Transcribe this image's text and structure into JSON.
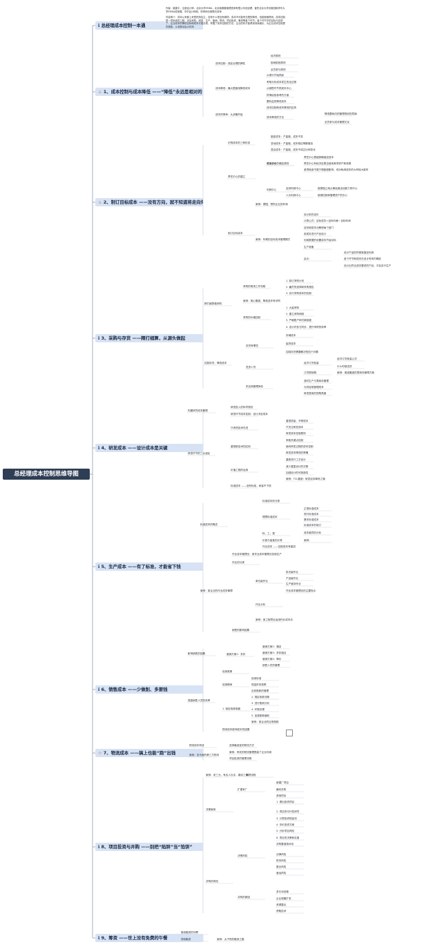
{
  "root": "总经理成本控制思维导图",
  "sections": [
    {
      "icon": "info-icon",
      "label": "总经理成本控制一本通"
    },
    {
      "icon": "flame-icon",
      "label": "1、成本控制与成本降低 ——“降低”永远是相对的"
    },
    {
      "icon": "flame-icon",
      "label": "2、制订目标成本 ——没有方向，就不知道将走向何方"
    },
    {
      "icon": "info-icon",
      "label": "3、采购与存货 ——精打细算，从源头做起"
    },
    {
      "icon": "info-icon",
      "label": "4、研发成本 ——设计成本是关键"
    },
    {
      "icon": "info-icon",
      "label": "5、生产成本 ——有了标准，才能省下钱"
    },
    {
      "icon": "info-icon",
      "label": "6、销售成本 ——少做削、多要钱"
    },
    {
      "icon": "star-icon",
      "label": "7、物流成本 ——搞上也能“跑”出钱"
    },
    {
      "icon": "info-icon",
      "label": "8、项目投资与并购 ——别把“陷阱”当“馅饼”"
    },
    {
      "icon": "info-icon",
      "label": "9、筹资 ——世上没有免费的午餐"
    }
  ],
  "intro": {
    "p1": "作者：姚建平，注册会计师，北京大学EMBA，北京鼎峰春管理咨询有限公司总经理，曾任北京大学总裁班和清华大学EMBA班授课。中华会计网校、财考网长期签约讲师",
    "p2": "内容简介：成本从来都上来是把持控主，没有什么是没有弱项。成本不可能有无限的降低，但能够做得到。成本控制是一项系统的工程，涉及采购、研发、生产、营销、物流、项目投资、筹资等各个环节。各个环节中的目标与实现了，企业成本的降低目标和成本才能实现，掌握了成本控制的方法，企业的利才能得到持续增长，为企业成本控制提供借鉴，从而推动赢大利润"
  },
  "nodes": [
    "成本控制：追定合理的弹性",
    "经济原则",
    "因地制宜原则",
    "全员参与原则",
    "成本降低：最大限度地降低成本",
    "从源头开始抓起",
    "考核分析成本发生的全过程",
    "从销售环节抓成本中心",
    "抓薄经验参考的方面",
    "要利益的降低成本",
    "成本的革命：从战略开始",
    "成本控制和成本降低的区别",
    "成本降低的方法",
    "降低要纵向的管理规划的层面",
    "全员参与成本管理文化",
    "识别成本的三种形态",
    "固定成本：产量增，成本不变",
    "变动成本：产量增，成本相应等额增加",
    "混合成本：产量增，成本不成正比例变化",
    "责任中心的建立",
    "成本中心",
    "可控成本的确定原则",
    "责任中心是能够确保控成本",
    "责任中心有权决定是否使用某项资产和资源",
    "某项耗用不属于期能够影响，但对耗用成本的大有较大影响",
    "利润中心",
    "自然利润中心",
    "人为利润中心",
    "能够独立地从事经营活动能力的中心",
    "能够控制和管理资产的中心",
    "制订目标成本",
    "案例：德国，预防企业的利润",
    "案例：年期的目标成本管理模式",
    "设计前先定价",
    "计算公式：目标成本=目标价格－目标利润",
    "目标和成本分解和每个部门",
    "用成本进行产品设计",
    "利用数据的设置成本节省目标",
    "生产准备",
    "启示：",
    "设计产品的时候就固定利润",
    "各个环节和成本在设计时间内确定",
    "设计出符合成本要求的产品，才会实行生产",
    "精打细算做采购",
    "采购的常用工作流程",
    "1. 制订采购计划",
    "2. 雇员的选择和采购报告",
    "3. 实行采购成本的控制",
    "案例：美心集团，降低成本有诀窍",
    "采购的价格控制",
    "1. 大量采购",
    "2. 建立采购网络",
    "3. 严格账户和付款制度",
    "4. 设计好多方同步，提升采购的效率",
    "控制存货，降低成本",
    "存货有哪些",
    "存储成本",
    "缺货成本",
    "控制存货需要解决的四个问题",
    "进多少货",
    "经济订货批量",
    "经济订货批量公式",
    "什么时候进货",
    "订货提前期",
    "案例：奥迪集团的零库存管理方案",
    "供应商管理库存",
    "准时生产与零库存管理",
    "为何容易管理成本",
    "研发费用的视角角度",
    "构建研究成本管理",
    "研发投入的科学规划",
    "研发环节成本控制：设计决定成本",
    "研发环节的三大误区",
    "只考虑技术先进",
    "重视质量，不顾成本",
    "只关注研发成本",
    "研发成本控制原则",
    "重视新技术的应用",
    "采取关键点控制",
    "面向研发过程的成本控制",
    "研发成本降低的策略",
    "价值工程的运用",
    "重新进行工艺设计",
    "减少重复设计的次数",
    "加强设计的可制造性",
    "案例：TCL集团：研发成本降低之路",
    "标准成本 ——没有标准，就省不下钱",
    "标准成本的概念",
    "标准成本的分类",
    "理想标准成本",
    "正常标准成本",
    "现行标准成本",
    "基本标准成本",
    "标准成本的制订",
    "料、工、费",
    "成本差异的分析",
    "价差与量差的计算",
    "案例：",
    "作业成本 ——控制成本有高招",
    "案例：某企业的作业成本管理",
    "作业成本管理法：用作业成本管理法控制生产",
    "作业的分类",
    "单位级作业",
    "批次级作业",
    "产品级作业",
    "生产维持作业",
    "作业成本管理法的主要特点",
    "作业分析",
    "案例：某工程项目运用作业成本法",
    "销售的影响因素",
    "影响销售的因素",
    "营销方案1：折扣",
    "营销方案2：赠品",
    "营销方案3：折扣组合",
    "营销方案4：降价",
    "销售人员的管理",
    "提高销售人员的效率",
    "信用政策",
    "信用期间",
    "信用标准",
    "现金折扣政策",
    "应收账款的管理",
    "1. 制定收款制度",
    "2. 规定收款流程",
    "3. 进行账龄分析",
    "4. 坏账处理",
    "5. 加强账款催收",
    "案例：某企业的应收账款",
    "物流成本影响成本的因素",
    "物流成本构成",
    "选择最适宜的物流方式",
    "案例：亚马逊的第三方物流",
    "案例：有效的物流管理提高了企业利润",
    "项目投资的管理流程",
    "案例：老三元，有名人办法，建设工作厂",
    "筹划流程",
    "决策案例",
    "扩建有厂",
    "新建厂项目",
    "横向并购",
    "其他项目",
    "1. 提出投资项目",
    "2. 项目的可行性研究",
    "3. 计算投资现金流",
    "4. 评价投资方案",
    "5. 分析项目风险",
    "6. 项目的决策和实施",
    "并购要谨慎对待",
    "并购的风险",
    "决策风险",
    "法律风险",
    "财务风险",
    "整合风险",
    "营运风险",
    "并购的原因",
    "多元化经营",
    "企业规模扩张",
    "资源整合",
    "获取技术",
    "股权融资的利弊",
    "债权融资",
    "案例：太子奶的融资之路"
  ]
}
